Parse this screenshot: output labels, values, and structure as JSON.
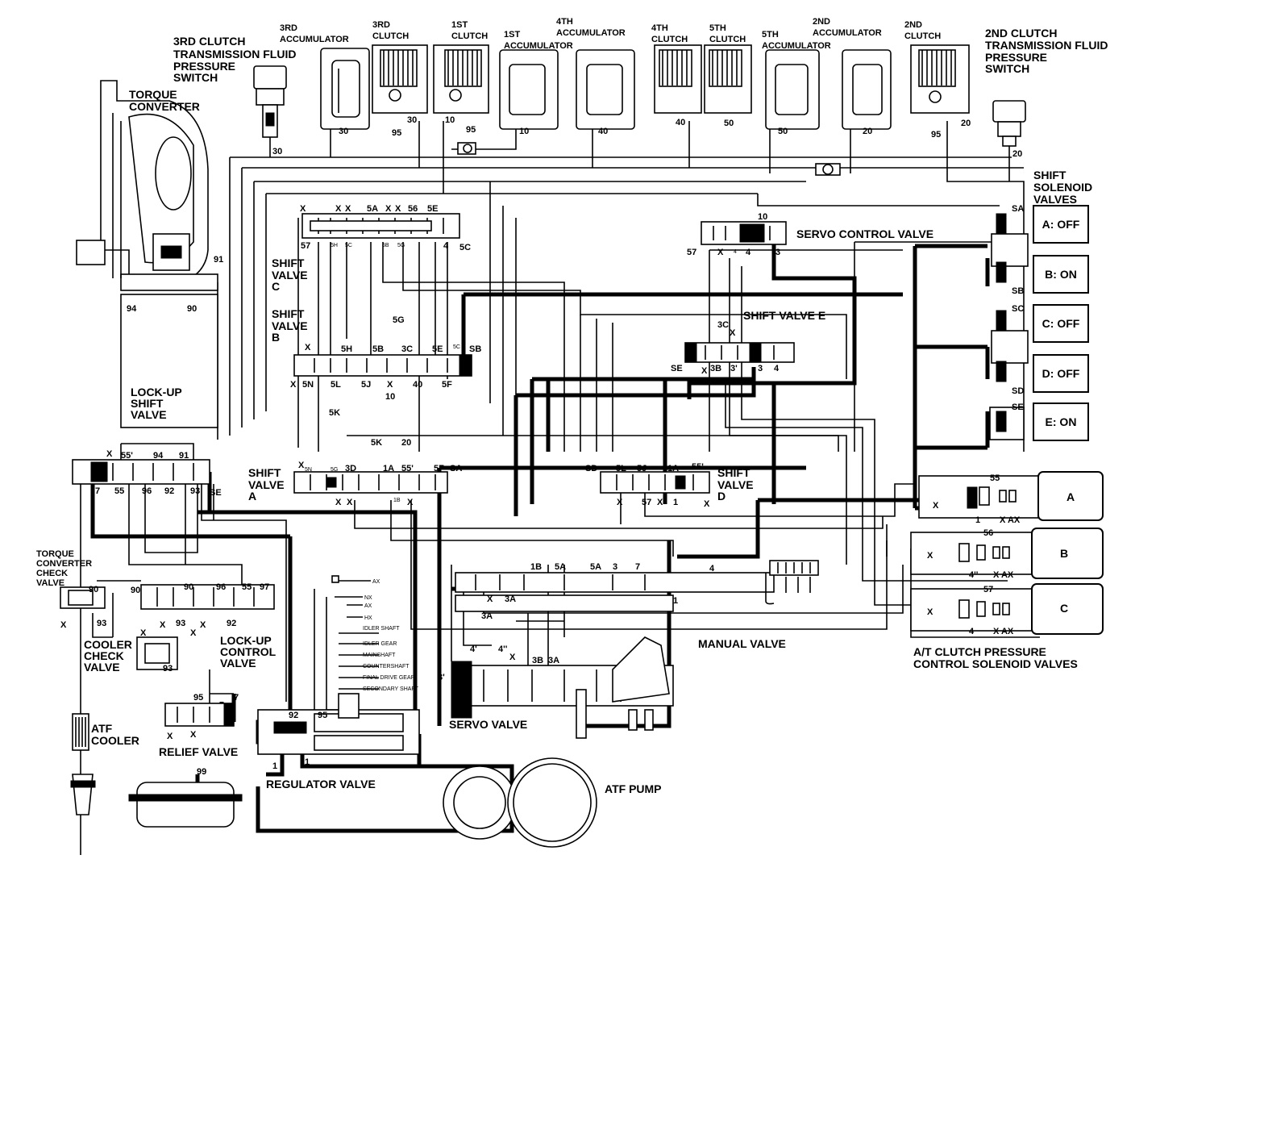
{
  "labels": {
    "third_clutch_switch": [
      "3RD CLUTCH",
      "TRANSMISSION FLUID",
      "PRESSURE",
      "SWITCH"
    ],
    "third_accumulator": [
      "3RD",
      "ACCUMULATOR"
    ],
    "third_clutch": [
      "3RD",
      "CLUTCH"
    ],
    "first_clutch": [
      "1ST",
      "CLUTCH"
    ],
    "first_accumulator": [
      "1ST",
      "ACCUMULATOR"
    ],
    "fourth_accumulator": [
      "4TH",
      "ACCUMULATOR"
    ],
    "fourth_clutch": [
      "4TH",
      "CLUTCH"
    ],
    "fifth_clutch": [
      "5TH",
      "CLUTCH"
    ],
    "fifth_accumulator": [
      "5TH",
      "ACCUMULATOR"
    ],
    "second_accumulator": [
      "2ND",
      "ACCUMULATOR"
    ],
    "second_clutch": [
      "2ND",
      "CLUTCH"
    ],
    "second_clutch_switch": [
      "2ND CLUTCH",
      "TRANSMISSION FLUID",
      "PRESSURE",
      "SWITCH"
    ],
    "torque_converter": [
      "TORQUE",
      "CONVERTER"
    ],
    "shift_solenoid_valves": [
      "SHIFT",
      "SOLENOID",
      "VALVES"
    ],
    "servo_control_valve": "SERVO CONTROL VALVE",
    "shift_valve_c": [
      "SHIFT",
      "VALVE",
      "C"
    ],
    "shift_valve_b": [
      "SHIFT",
      "VALVE",
      "B"
    ],
    "shift_valve_e": "SHIFT VALVE E",
    "lock_up_shift_valve": [
      "LOCK-UP",
      "SHIFT",
      "VALVE"
    ],
    "shift_valve_a": [
      "SHIFT",
      "VALVE",
      "A"
    ],
    "shift_valve_d": [
      "SHIFT",
      "VALVE",
      "D"
    ],
    "torque_converter_check_valve": [
      "TORQUE",
      "CONVERTER",
      "CHECK",
      "VALVE"
    ],
    "cooler_check_valve": [
      "COOLER",
      "CHECK",
      "VALVE"
    ],
    "lock_up_control_valve": [
      "LOCK-UP",
      "CONTROL",
      "VALVE"
    ],
    "manual_valve": "MANUAL VALVE",
    "at_clutch_pressure_solenoids": [
      "A/T CLUTCH PRESSURE",
      "CONTROL SOLENOID VALVES"
    ],
    "atf_cooler": [
      "ATF",
      "COOLER"
    ],
    "relief_valve": "RELIEF VALVE",
    "servo_valve": "SERVO VALVE",
    "regulator_valve": "REGULATOR VALVE",
    "atf_pump": "ATF PUMP"
  },
  "solenoids": [
    {
      "port": "SA",
      "state": "A: OFF"
    },
    {
      "port": "SB",
      "state": "B: ON"
    },
    {
      "port": "SC",
      "state": "C: OFF"
    },
    {
      "port": "SD",
      "state": "D: OFF"
    },
    {
      "port": "SE",
      "state": "E: ON"
    }
  ],
  "pressure_solenoids": [
    {
      "name": "A",
      "port": "55"
    },
    {
      "name": "B",
      "port": "56"
    },
    {
      "name": "C",
      "port": "57"
    }
  ],
  "shaft_labels": [
    "AX",
    "NX",
    "AX",
    "HX",
    "IDLER SHAFT",
    "IDLER GEAR",
    "MAINSHAFT",
    "COUNTERSHAFT",
    "FINAL DRIVE GEAR",
    "SECONDARY SHAFT"
  ],
  "ports": {
    "top_row": [
      "30",
      "30",
      "95",
      "30",
      "10",
      "95",
      "10",
      "40",
      "40",
      "50",
      "50",
      "20",
      "95",
      "20",
      "20"
    ],
    "sv_c_top": [
      "X",
      "X",
      "X",
      "5A",
      "X",
      "X",
      "56",
      "5E",
      "57",
      "5H",
      "5C",
      "5B",
      "5G",
      "4",
      "5C"
    ],
    "sv_b": [
      "X",
      "5H",
      "5B",
      "5G",
      "3C",
      "5E",
      "5C",
      "SB",
      "X",
      "5N",
      "5L",
      "5J",
      "X",
      "10",
      "40",
      "5F"
    ],
    "servo_ctrl": [
      "10",
      "57",
      "X",
      "4",
      "4",
      "3"
    ],
    "sv_e": [
      "3C",
      "X",
      "SE",
      "X",
      "3B",
      "3'",
      "3",
      "4"
    ],
    "lockup_shift": [
      "94",
      "90",
      "91",
      "X",
      "55'",
      "94",
      "91",
      "7",
      "55",
      "96",
      "92",
      "93",
      "SE"
    ],
    "sv_a": [
      "5K",
      "5K",
      "20",
      "X",
      "5N",
      "5G",
      "3D",
      "1A",
      "55'",
      "5F",
      "SA",
      "X",
      "X",
      "1B",
      "X"
    ],
    "sv_d": [
      "SD",
      "5L",
      "5J",
      "1A",
      "55'",
      "X",
      "57",
      "X",
      "1",
      "X"
    ],
    "manual": [
      "1B",
      "5A",
      "5A",
      "3",
      "7",
      "4",
      "X",
      "3A",
      "3A",
      "1"
    ],
    "servo": [
      "4'",
      "4''",
      "X",
      "3B",
      "3A",
      "3'"
    ],
    "lockup_ctrl": [
      "90",
      "90",
      "96",
      "55",
      "97",
      "X",
      "X",
      "93",
      "92",
      "X",
      "X",
      "93"
    ],
    "tc_check": [
      "90",
      "X",
      "93"
    ],
    "relief": [
      "95",
      "7",
      "X",
      "X"
    ],
    "regulator": [
      "92",
      "95",
      "1",
      "1"
    ],
    "pump": [
      "99"
    ],
    "pressure_sol_ports": [
      "X",
      "1",
      "X AX",
      "4''",
      "X AX",
      "X",
      "4",
      "X AX",
      "X"
    ]
  }
}
